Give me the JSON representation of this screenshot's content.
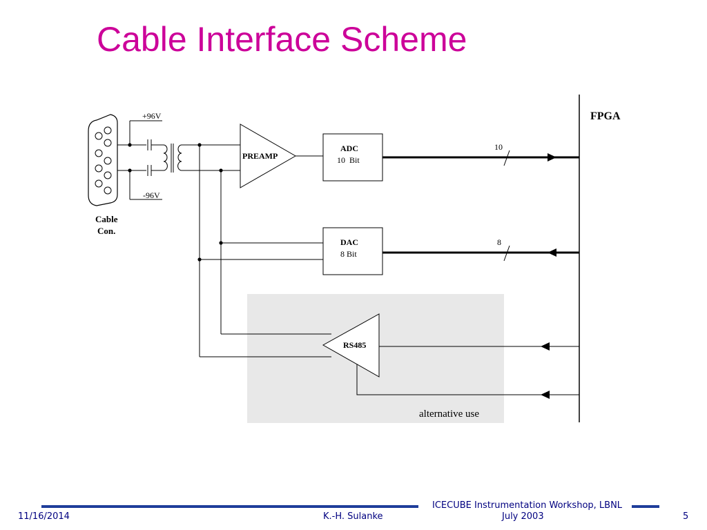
{
  "slide": {
    "title": "Cable Interface Scheme"
  },
  "diagram": {
    "fpga_label": "FPGA",
    "preamp_label": "PREAMP",
    "adc_title": "ADC",
    "adc_bits": "10  Bit",
    "adc_bus_width": "10",
    "dac_title": "DAC",
    "dac_bits": "8 Bit",
    "dac_bus_width": "8",
    "rs485_label": "RS485",
    "plus_voltage": "+96V",
    "minus_voltage": "-96V",
    "cable_con_line1": "Cable",
    "cable_con_line2": "Con.",
    "alternative_note": "alternative use",
    "alt_region_color": "#e8e8e8"
  },
  "footer": {
    "date": "11/16/2014",
    "author": "K.-H. Sulanke",
    "event_line1": "ICECUBE Instrumentation Workshop, LBNL",
    "event_line2": "July 2003",
    "page_number": "5",
    "accent_color": "#1f3d9a",
    "text_color": "#000080"
  }
}
